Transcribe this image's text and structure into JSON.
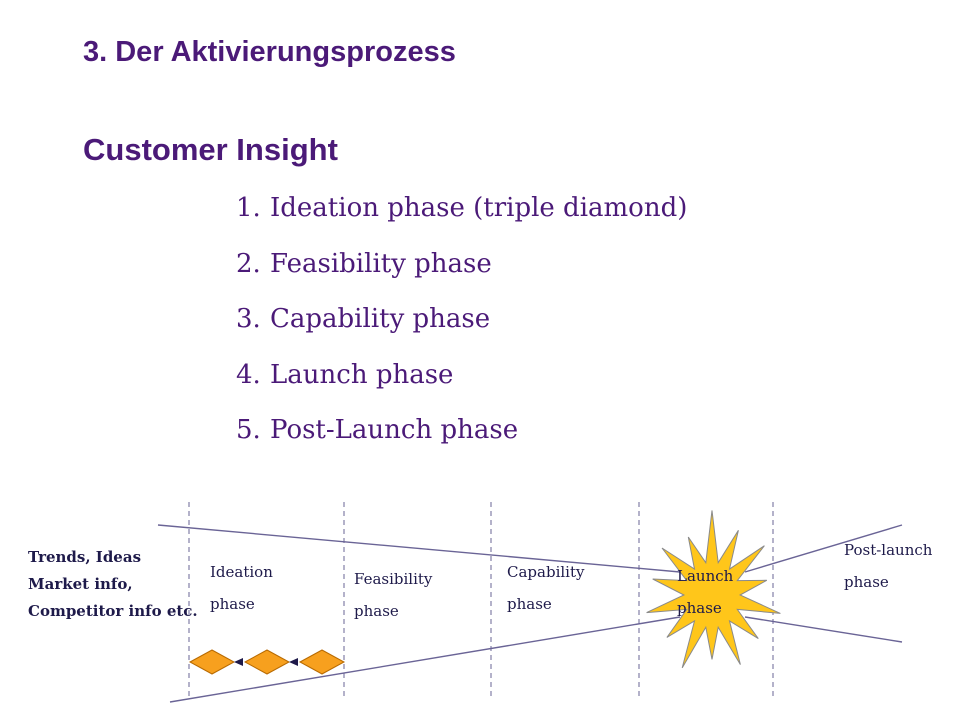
{
  "slide": {
    "title": "3. Der Aktivierungsprozess",
    "subtitle": "Customer Insight"
  },
  "phases": [
    {
      "num": "1.",
      "text": "Ideation phase (triple diamond)"
    },
    {
      "num": "2.",
      "text": "Feasibility phase"
    },
    {
      "num": "3.",
      "text": "Capability phase"
    },
    {
      "num": "4.",
      "text": "Launch phase"
    },
    {
      "num": "5.",
      "text": "Post-Launch phase"
    }
  ],
  "diagram": {
    "inputs": {
      "line1": "Trends, Ideas",
      "line2": "Market info,",
      "line3": "Competitor info etc."
    },
    "ideation": {
      "line1": "Ideation",
      "line2": "phase"
    },
    "feasibility": {
      "line1": "Feasibility",
      "line2": "phase"
    },
    "capability": {
      "line1": "Capability",
      "line2": "phase"
    },
    "launch": {
      "line1": "Launch",
      "line2": "phase"
    },
    "postlaunch": {
      "line1": "Post-launch",
      "line2": "phase"
    },
    "colors": {
      "line": "#6a6496",
      "diamond": "#f7a01e",
      "star": "#ffc61a",
      "label": "#1e1a4a",
      "heading": "#4b1a78"
    }
  }
}
